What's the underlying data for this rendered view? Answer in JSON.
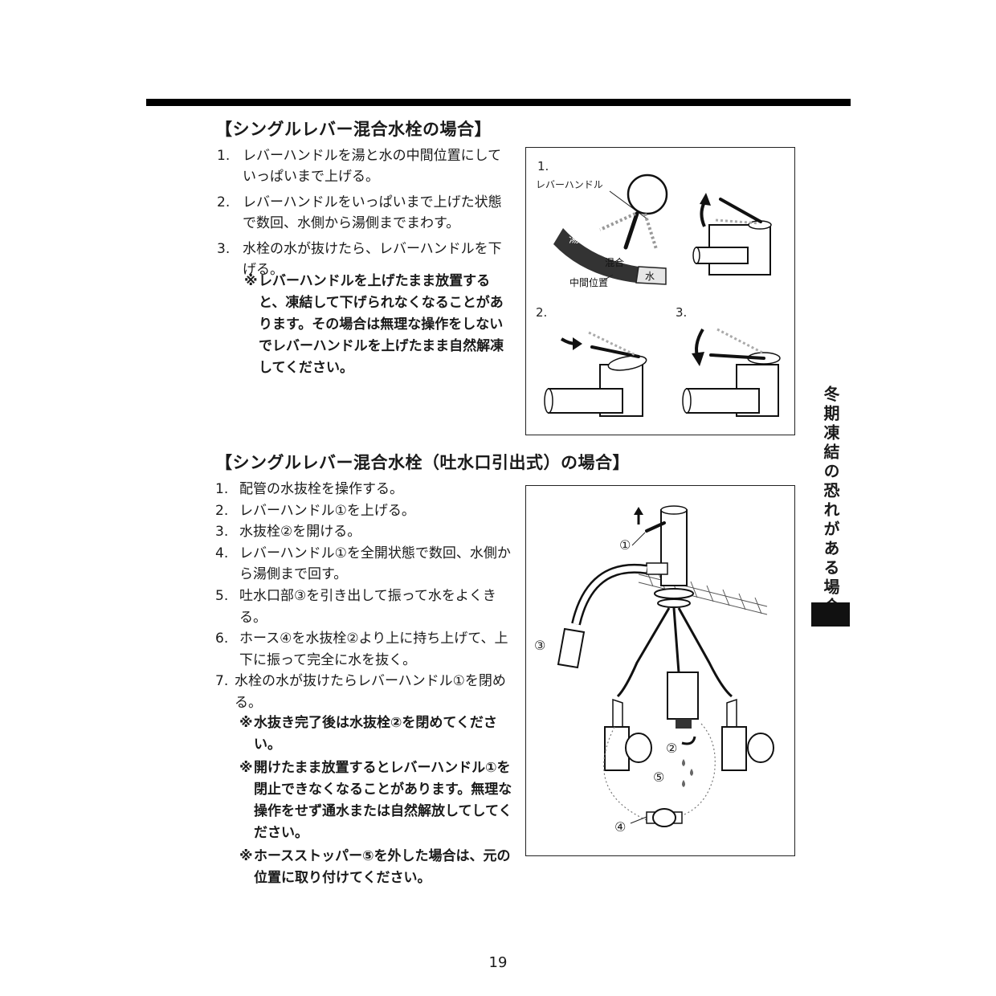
{
  "section1": {
    "heading": "【シングルレバー混合水栓の場合】",
    "steps": [
      {
        "num": "1.",
        "text": "レバーハンドルを湯と水の中間位置にしていっぱいまで上げる。"
      },
      {
        "num": "2.",
        "text": "レバーハンドルをいっぱいまで上げた状態で数回、水側から湯側までまわす。"
      },
      {
        "num": "3.",
        "text": "水栓の水が抜けたら、レバーハンドルを下げる。"
      }
    ],
    "note": {
      "mark": "※",
      "text": "レバーハンドルを上げたまま放置すると、凍結して下げられなくなることがあります。その場合は無理な操作をしないでレバーハンドルを上げたまま自然解凍してください。"
    },
    "figure": {
      "label_1": "1.",
      "label_2": "2.",
      "label_3": "3.",
      "lever_handle": "レバーハンドル",
      "hot": "湯",
      "mix": "混合",
      "cold": "水",
      "middle_position": "中間位置"
    }
  },
  "section2": {
    "heading": "【シングルレバー混合水栓（吐水口引出式）の場合】",
    "steps": [
      {
        "num": "1.",
        "text": "配管の水抜栓を操作する。"
      },
      {
        "num": "2.",
        "text": "レバーハンドル①を上げる。"
      },
      {
        "num": "3.",
        "text": "水抜栓②を開ける。"
      },
      {
        "num": "4.",
        "text": "レバーハンドル①を全開状態で数回、水側から湯側まで回す。"
      },
      {
        "num": "5.",
        "text": "吐水口部③を引き出して振って水をよくきる。"
      },
      {
        "num": "6.",
        "text": "ホース④を水抜栓②より上に持ち上げて、上下に振って完全に水を抜く。"
      },
      {
        "num": "7.",
        "text": "水栓の水が抜けたらレバーハンドル①を閉める。"
      }
    ],
    "notes": [
      {
        "mark": "※",
        "text": "水抜き完了後は水抜栓②を閉めてください。"
      },
      {
        "mark": "※",
        "text": "開けたまま放置するとレバーハンドル①を閉止できなくなることがあります。無理な操作をせず通水または自然解放してしてください。"
      },
      {
        "mark": "※",
        "text": "ホースストッパー⑤を外した場合は、元の位置に取り付けてください。"
      }
    ],
    "figure": {
      "c1": "①",
      "c2": "②",
      "c3": "③",
      "c4": "④",
      "c5": "⑤"
    }
  },
  "side_tab": {
    "label": "冬期凍結の恐れがある場合"
  },
  "page_number": "19"
}
